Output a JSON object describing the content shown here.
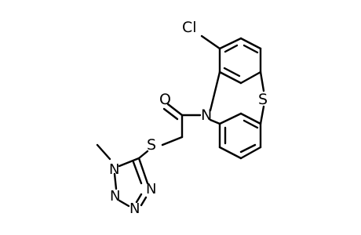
{
  "molecule": {
    "atoms": {
      "cl": "Cl",
      "s_ring": "S",
      "n_ring": "N",
      "o": "O",
      "s_thio": "S",
      "n1": "N",
      "n2": "N",
      "n3": "N",
      "n4": "N"
    }
  }
}
